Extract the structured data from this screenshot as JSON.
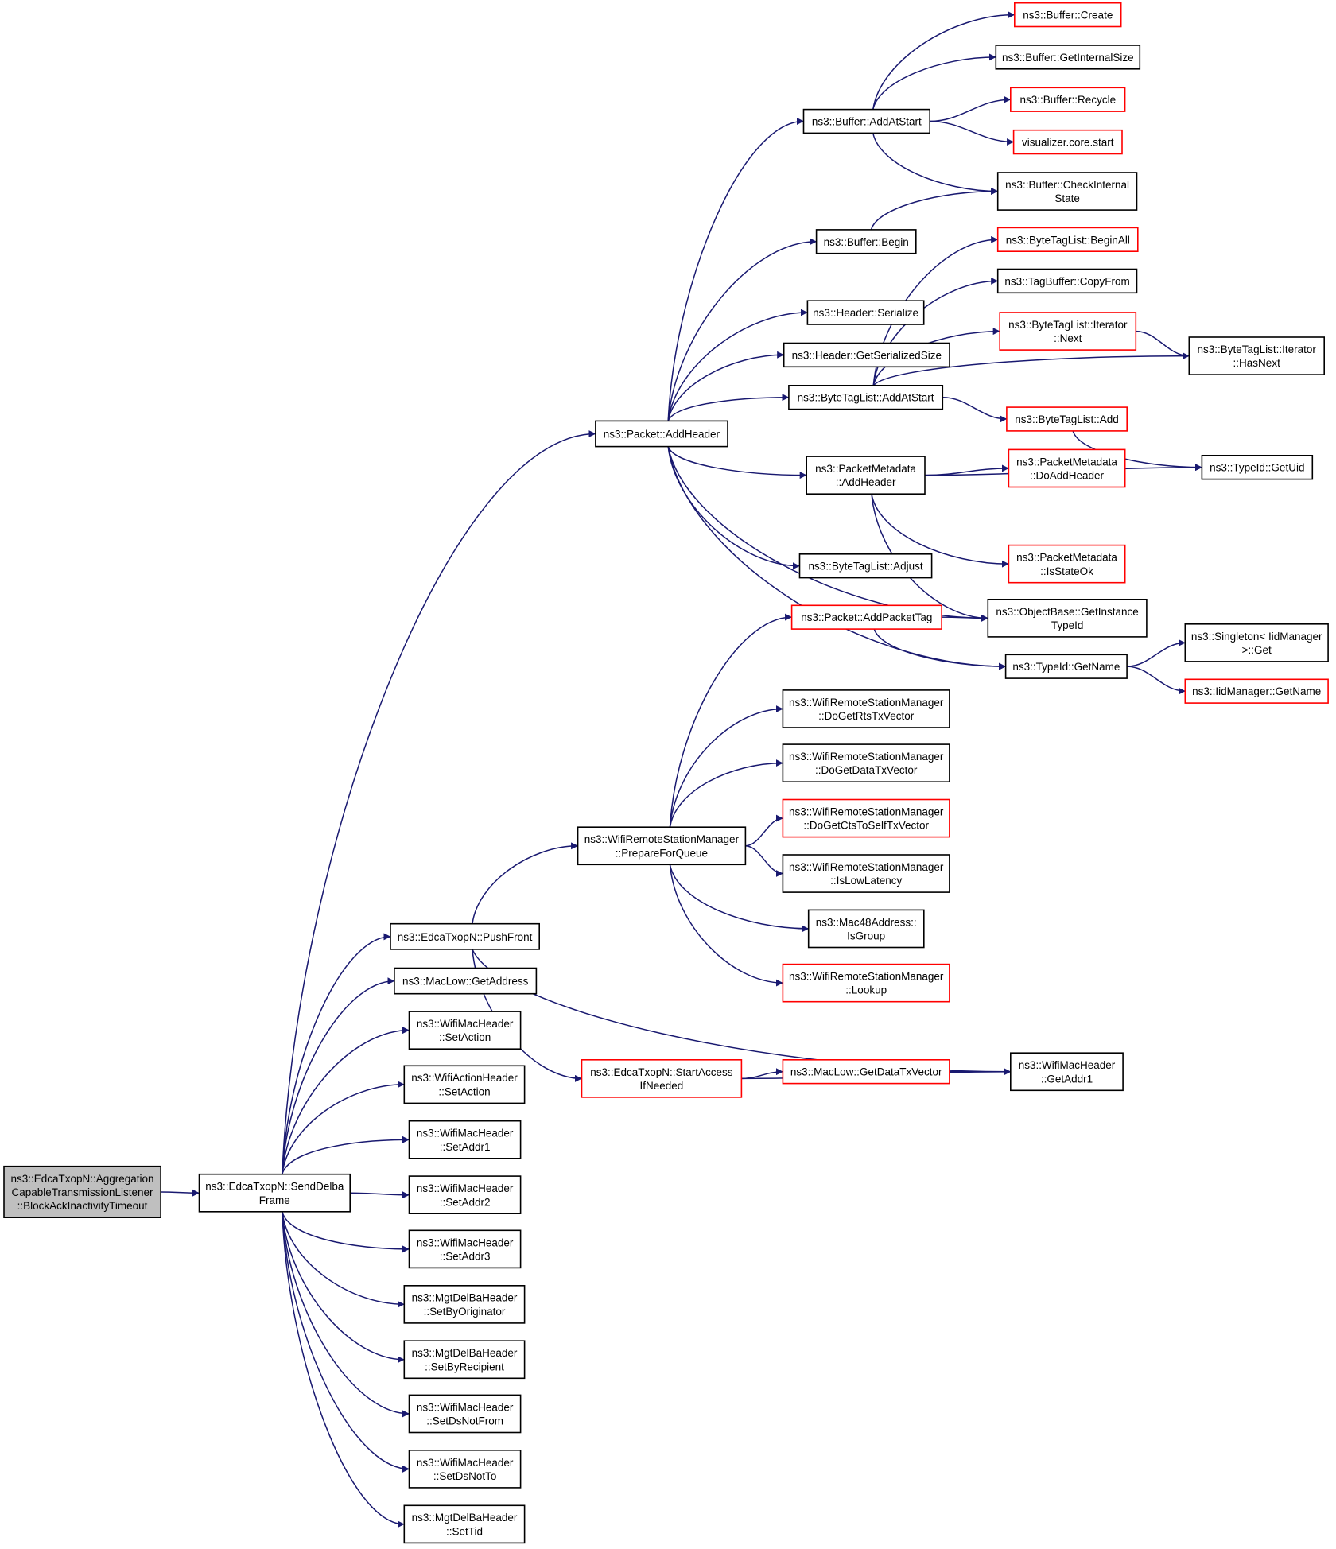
{
  "colors": {
    "edge": "#191970",
    "node_border": "#000000",
    "node_border_truncated": "#ff0000",
    "focus_fill": "#bfbfbf",
    "node_fill": "#ffffff"
  },
  "nodes": [
    {
      "id": "root",
      "lines": [
        "ns3::EdcaTxopN::Aggregation",
        "CapableTransmissionListener",
        "::BlockAckInactivityTimeout"
      ],
      "style": "focus"
    },
    {
      "id": "senddelba",
      "lines": [
        "ns3::EdcaTxopN::SendDelba",
        "Frame"
      ],
      "style": "normal"
    },
    {
      "id": "pushfront",
      "lines": [
        "ns3::EdcaTxopN::PushFront"
      ],
      "style": "normal"
    },
    {
      "id": "getaddress",
      "lines": [
        "ns3::MacLow::GetAddress"
      ],
      "style": "normal"
    },
    {
      "id": "wmh_setaction",
      "lines": [
        "ns3::WifiMacHeader",
        "::SetAction"
      ],
      "style": "normal"
    },
    {
      "id": "wah_setaction",
      "lines": [
        "ns3::WifiActionHeader",
        "::SetAction"
      ],
      "style": "normal"
    },
    {
      "id": "setaddr1",
      "lines": [
        "ns3::WifiMacHeader",
        "::SetAddr1"
      ],
      "style": "normal"
    },
    {
      "id": "setaddr2",
      "lines": [
        "ns3::WifiMacHeader",
        "::SetAddr2"
      ],
      "style": "normal"
    },
    {
      "id": "setaddr3",
      "lines": [
        "ns3::WifiMacHeader",
        "::SetAddr3"
      ],
      "style": "normal"
    },
    {
      "id": "setbyorig",
      "lines": [
        "ns3::MgtDelBaHeader",
        "::SetByOriginator"
      ],
      "style": "normal"
    },
    {
      "id": "setbyrecip",
      "lines": [
        "ns3::MgtDelBaHeader",
        "::SetByRecipient"
      ],
      "style": "normal"
    },
    {
      "id": "setdsnotfrom",
      "lines": [
        "ns3::WifiMacHeader",
        "::SetDsNotFrom"
      ],
      "style": "normal"
    },
    {
      "id": "setdsnotto",
      "lines": [
        "ns3::WifiMacHeader",
        "::SetDsNotTo"
      ],
      "style": "normal"
    },
    {
      "id": "settid",
      "lines": [
        "ns3::MgtDelBaHeader",
        "::SetTid"
      ],
      "style": "normal"
    },
    {
      "id": "addheader",
      "lines": [
        "ns3::Packet::AddHeader"
      ],
      "style": "normal"
    },
    {
      "id": "prepareforqueue",
      "lines": [
        "ns3::WifiRemoteStationManager",
        "::PrepareForQueue"
      ],
      "style": "normal"
    },
    {
      "id": "startaccess",
      "lines": [
        "ns3::EdcaTxopN::StartAccess",
        "IfNeeded"
      ],
      "style": "truncated"
    },
    {
      "id": "getdatatxvector",
      "lines": [
        "ns3::MacLow::GetDataTxVector"
      ],
      "style": "truncated"
    },
    {
      "id": "getaddr1",
      "lines": [
        "ns3::WifiMacHeader",
        "::GetAddr1"
      ],
      "style": "normal"
    },
    {
      "id": "buffer_addatstart",
      "lines": [
        "ns3::Buffer::AddAtStart"
      ],
      "style": "normal"
    },
    {
      "id": "buffer_begin",
      "lines": [
        "ns3::Buffer::Begin"
      ],
      "style": "normal"
    },
    {
      "id": "header_serialize",
      "lines": [
        "ns3::Header::Serialize"
      ],
      "style": "normal"
    },
    {
      "id": "header_getsersize",
      "lines": [
        "ns3::Header::GetSerializedSize"
      ],
      "style": "normal"
    },
    {
      "id": "btl_addatstart",
      "lines": [
        "ns3::ByteTagList::AddAtStart"
      ],
      "style": "normal"
    },
    {
      "id": "pm_addheader",
      "lines": [
        "ns3::PacketMetadata",
        "::AddHeader"
      ],
      "style": "normal"
    },
    {
      "id": "btl_adjust",
      "lines": [
        "ns3::ByteTagList::Adjust"
      ],
      "style": "normal"
    },
    {
      "id": "addpackettag",
      "lines": [
        "ns3::Packet::AddPacketTag"
      ],
      "style": "truncated"
    },
    {
      "id": "buffer_create",
      "lines": [
        "ns3::Buffer::Create"
      ],
      "style": "truncated"
    },
    {
      "id": "buffer_getinternalsize",
      "lines": [
        "ns3::Buffer::GetInternalSize"
      ],
      "style": "normal"
    },
    {
      "id": "buffer_recycle",
      "lines": [
        "ns3::Buffer::Recycle"
      ],
      "style": "truncated"
    },
    {
      "id": "visualizer_start",
      "lines": [
        "visualizer.core.start"
      ],
      "style": "truncated"
    },
    {
      "id": "buffer_checkinternal",
      "lines": [
        "ns3::Buffer::CheckInternal",
        "State"
      ],
      "style": "normal"
    },
    {
      "id": "btl_beginall",
      "lines": [
        "ns3::ByteTagList::BeginAll"
      ],
      "style": "truncated"
    },
    {
      "id": "tagbuffer_copyfrom",
      "lines": [
        "ns3::TagBuffer::CopyFrom"
      ],
      "style": "normal"
    },
    {
      "id": "btl_iter_next",
      "lines": [
        "ns3::ByteTagList::Iterator",
        "::Next"
      ],
      "style": "truncated"
    },
    {
      "id": "btl_add",
      "lines": [
        "ns3::ByteTagList::Add"
      ],
      "style": "truncated"
    },
    {
      "id": "pm_doaddheader",
      "lines": [
        "ns3::PacketMetadata",
        "::DoAddHeader"
      ],
      "style": "truncated"
    },
    {
      "id": "pm_isstateok",
      "lines": [
        "ns3::PacketMetadata",
        "::IsStateOk"
      ],
      "style": "truncated"
    },
    {
      "id": "objectbase_getinstancetypeid",
      "lines": [
        "ns3::ObjectBase::GetInstance",
        "TypeId"
      ],
      "style": "normal"
    },
    {
      "id": "typeid_getname",
      "lines": [
        "ns3::TypeId::GetName"
      ],
      "style": "normal"
    },
    {
      "id": "btl_iter_hasnext",
      "lines": [
        "ns3::ByteTagList::Iterator",
        "::HasNext"
      ],
      "style": "normal"
    },
    {
      "id": "typeid_getuid",
      "lines": [
        "ns3::TypeId::GetUid"
      ],
      "style": "normal"
    },
    {
      "id": "singleton_get",
      "lines": [
        "ns3::Singleton< IidManager",
        " >::Get"
      ],
      "style": "normal"
    },
    {
      "id": "iidmanager_getname",
      "lines": [
        "ns3::IidManager::GetName"
      ],
      "style": "truncated"
    },
    {
      "id": "wrsm_dogetrts",
      "lines": [
        "ns3::WifiRemoteStationManager",
        "::DoGetRtsTxVector"
      ],
      "style": "normal"
    },
    {
      "id": "wrsm_dogetdata",
      "lines": [
        "ns3::WifiRemoteStationManager",
        "::DoGetDataTxVector"
      ],
      "style": "normal"
    },
    {
      "id": "wrsm_dogetcts",
      "lines": [
        "ns3::WifiRemoteStationManager",
        "::DoGetCtsToSelfTxVector"
      ],
      "style": "truncated"
    },
    {
      "id": "wrsm_islowlatency",
      "lines": [
        "ns3::WifiRemoteStationManager",
        "::IsLowLatency"
      ],
      "style": "normal"
    },
    {
      "id": "mac48_isgroup",
      "lines": [
        "ns3::Mac48Address::",
        "IsGroup"
      ],
      "style": "normal"
    },
    {
      "id": "wrsm_lookup",
      "lines": [
        "ns3::WifiRemoteStationManager",
        "::Lookup"
      ],
      "style": "truncated"
    }
  ],
  "edges": [
    {
      "from": "root",
      "to": "senddelba"
    },
    {
      "from": "senddelba",
      "to": "pushfront"
    },
    {
      "from": "senddelba",
      "to": "getaddress"
    },
    {
      "from": "senddelba",
      "to": "wmh_setaction"
    },
    {
      "from": "senddelba",
      "to": "wah_setaction"
    },
    {
      "from": "senddelba",
      "to": "setaddr1"
    },
    {
      "from": "senddelba",
      "to": "setaddr2"
    },
    {
      "from": "senddelba",
      "to": "setaddr3"
    },
    {
      "from": "senddelba",
      "to": "setbyorig"
    },
    {
      "from": "senddelba",
      "to": "setbyrecip"
    },
    {
      "from": "senddelba",
      "to": "setdsnotfrom"
    },
    {
      "from": "senddelba",
      "to": "setdsnotto"
    },
    {
      "from": "senddelba",
      "to": "settid"
    },
    {
      "from": "senddelba",
      "to": "addheader"
    },
    {
      "from": "pushfront",
      "to": "prepareforqueue"
    },
    {
      "from": "pushfront",
      "to": "startaccess"
    },
    {
      "from": "pushfront",
      "to": "getaddr1"
    },
    {
      "from": "startaccess",
      "to": "getdatatxvector"
    },
    {
      "from": "startaccess",
      "to": "getaddr1"
    },
    {
      "from": "getdatatxvector",
      "to": "getaddr1"
    },
    {
      "from": "prepareforqueue",
      "to": "addpackettag"
    },
    {
      "from": "prepareforqueue",
      "to": "wrsm_dogetrts"
    },
    {
      "from": "prepareforqueue",
      "to": "wrsm_dogetdata"
    },
    {
      "from": "prepareforqueue",
      "to": "wrsm_dogetcts"
    },
    {
      "from": "prepareforqueue",
      "to": "wrsm_islowlatency"
    },
    {
      "from": "prepareforqueue",
      "to": "mac48_isgroup"
    },
    {
      "from": "prepareforqueue",
      "to": "wrsm_lookup"
    },
    {
      "from": "addheader",
      "to": "buffer_addatstart"
    },
    {
      "from": "addheader",
      "to": "buffer_begin"
    },
    {
      "from": "addheader",
      "to": "header_serialize"
    },
    {
      "from": "addheader",
      "to": "header_getsersize"
    },
    {
      "from": "addheader",
      "to": "btl_addatstart"
    },
    {
      "from": "addheader",
      "to": "pm_addheader"
    },
    {
      "from": "addheader",
      "to": "btl_adjust"
    },
    {
      "from": "addheader",
      "to": "objectbase_getinstancetypeid"
    },
    {
      "from": "addheader",
      "to": "typeid_getname"
    },
    {
      "from": "buffer_addatstart",
      "to": "buffer_create"
    },
    {
      "from": "buffer_addatstart",
      "to": "buffer_getinternalsize"
    },
    {
      "from": "buffer_addatstart",
      "to": "buffer_recycle"
    },
    {
      "from": "buffer_addatstart",
      "to": "visualizer_start"
    },
    {
      "from": "buffer_addatstart",
      "to": "buffer_checkinternal"
    },
    {
      "from": "buffer_begin",
      "to": "buffer_checkinternal"
    },
    {
      "from": "btl_addatstart",
      "to": "btl_beginall"
    },
    {
      "from": "btl_addatstart",
      "to": "tagbuffer_copyfrom"
    },
    {
      "from": "btl_addatstart",
      "to": "btl_iter_next"
    },
    {
      "from": "btl_addatstart",
      "to": "btl_iter_hasnext"
    },
    {
      "from": "btl_addatstart",
      "to": "btl_add"
    },
    {
      "from": "btl_iter_next",
      "to": "btl_iter_hasnext"
    },
    {
      "from": "btl_add",
      "to": "typeid_getuid"
    },
    {
      "from": "pm_addheader",
      "to": "pm_doaddheader"
    },
    {
      "from": "pm_addheader",
      "to": "typeid_getuid"
    },
    {
      "from": "pm_addheader",
      "to": "pm_isstateok"
    },
    {
      "from": "pm_addheader",
      "to": "objectbase_getinstancetypeid"
    },
    {
      "from": "addpackettag",
      "to": "objectbase_getinstancetypeid"
    },
    {
      "from": "addpackettag",
      "to": "typeid_getname"
    },
    {
      "from": "typeid_getname",
      "to": "singleton_get"
    },
    {
      "from": "typeid_getname",
      "to": "iidmanager_getname"
    }
  ]
}
